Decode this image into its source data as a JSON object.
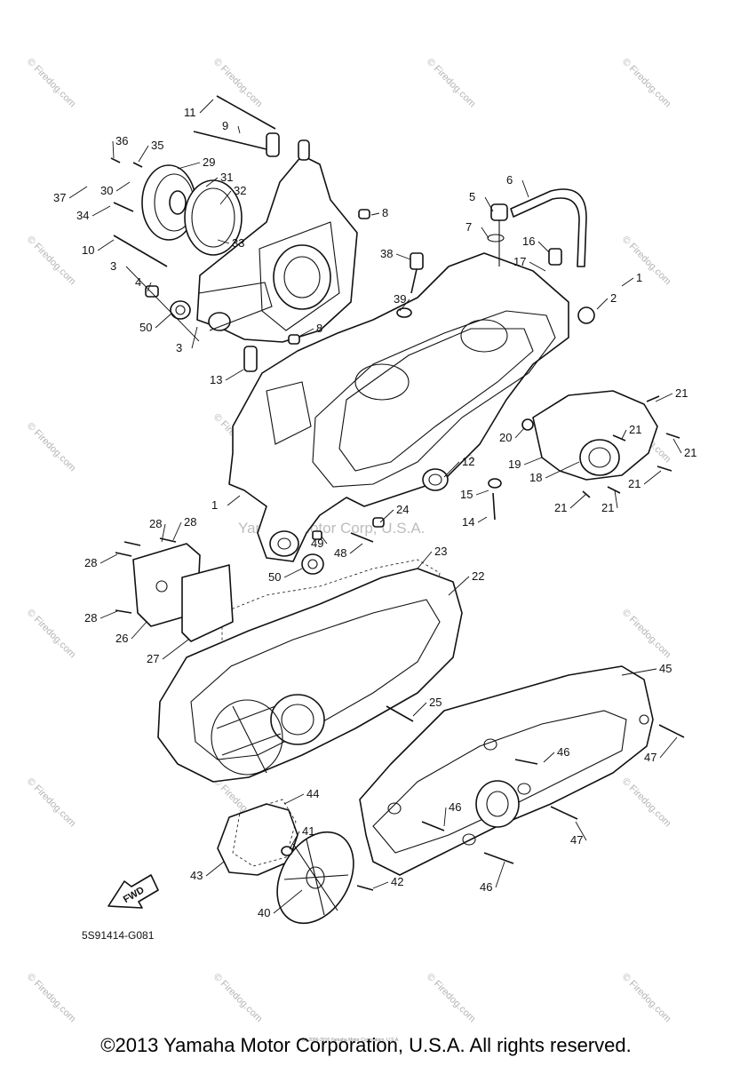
{
  "diagram": {
    "callouts": [
      "1",
      "2",
      "3",
      "4",
      "5",
      "6",
      "7",
      "8",
      "9",
      "10",
      "11",
      "12",
      "13",
      "14",
      "15",
      "16",
      "17",
      "18",
      "19",
      "20",
      "21",
      "22",
      "23",
      "24",
      "25",
      "26",
      "27",
      "28",
      "29",
      "30",
      "31",
      "32",
      "33",
      "34",
      "35",
      "36",
      "37",
      "38",
      "39",
      "40",
      "41",
      "42",
      "43",
      "44",
      "45",
      "46",
      "47",
      "48",
      "49",
      "50"
    ],
    "part_number": "5S91414-G081",
    "fwd_label": "FWD"
  },
  "watermark": {
    "text": "Firedog.com",
    "center_text": "Yamaha Motor Corp, U.S.A.",
    "fine_print": "(c) 2006-2016 Yamaha Motor Corporation, U.S.A."
  },
  "footer": {
    "copyright": "©2013 Yamaha Motor Corporation, U.S.A. All rights reserved."
  }
}
